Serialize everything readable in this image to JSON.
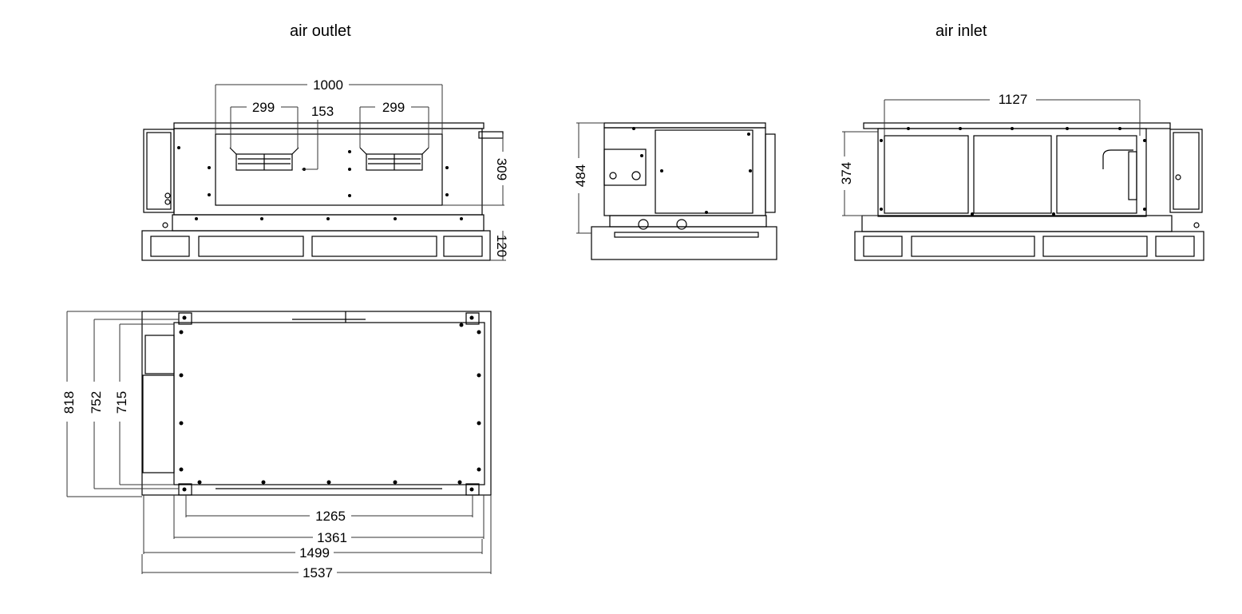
{
  "views": {
    "outlet": {
      "title": "air outlet",
      "dims": {
        "width": "1000",
        "grille_left": "299",
        "grille_right": "299",
        "offset": "153",
        "height": "309",
        "base": "120"
      }
    },
    "side": {
      "dims": {
        "height": "484"
      }
    },
    "inlet": {
      "title": "air inlet",
      "dims": {
        "width": "1127",
        "height": "374"
      }
    },
    "top": {
      "dims": {
        "d818": "818",
        "d752": "752",
        "d715": "715",
        "d1265": "1265",
        "d1361": "1361",
        "d1499": "1499",
        "d1537": "1537"
      }
    }
  },
  "colors": {
    "line": "#000000",
    "background": "#ffffff",
    "dimension_line": "#333333"
  }
}
